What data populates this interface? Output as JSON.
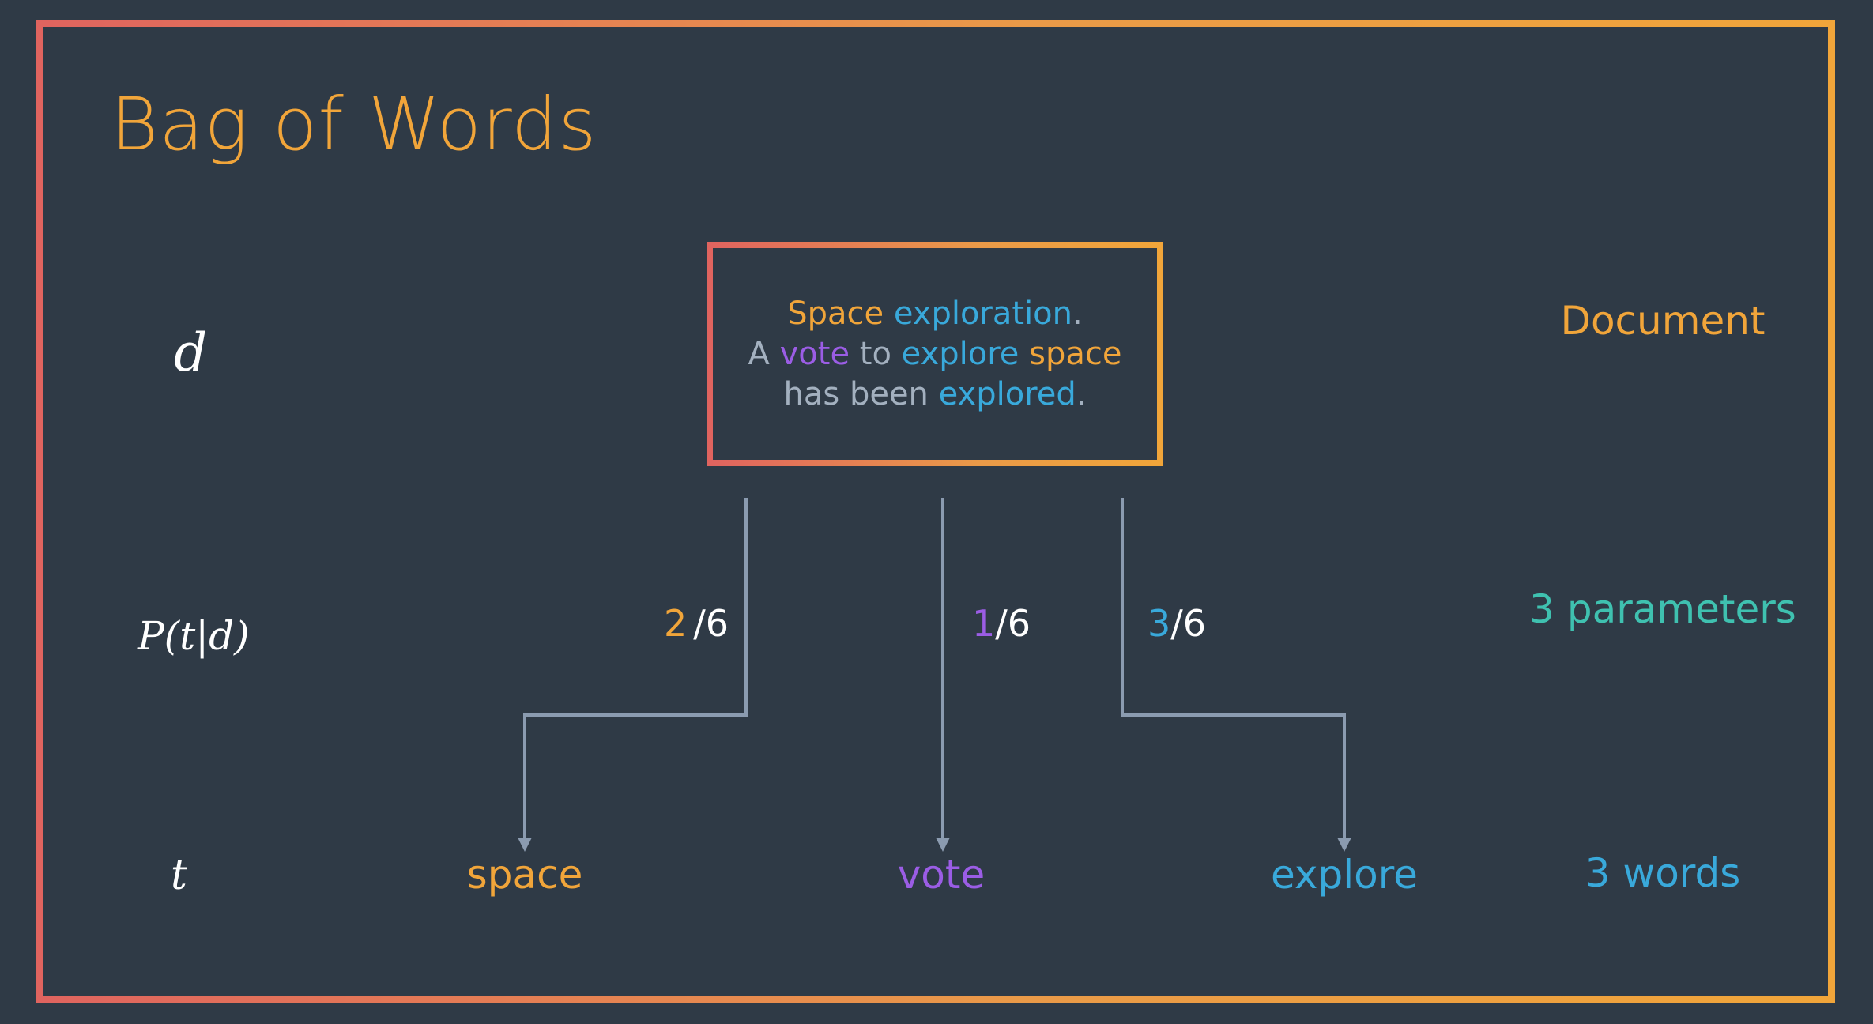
{
  "title": "Bag of Words",
  "colors": {
    "background": "#2f3a46",
    "orange": "#f1a53a",
    "blue": "#39a9db",
    "purple": "#9b5de5",
    "teal": "#3fc1b0",
    "gray": "#a3b0bf",
    "white": "#ffffff",
    "connector": "#8b9bb0"
  },
  "row_labels": {
    "document": "d",
    "probability": "P(t|d)",
    "term": "t"
  },
  "document_text": {
    "line1": [
      {
        "text": "Space",
        "color": "#f1a53a"
      },
      {
        "text": " ",
        "color": "#a3b0bf"
      },
      {
        "text": "exploration",
        "color": "#39a9db"
      },
      {
        "text": ".",
        "color": "#a3b0bf"
      }
    ],
    "line2": [
      {
        "text": "A ",
        "color": "#a3b0bf"
      },
      {
        "text": "vote",
        "color": "#9b5de5"
      },
      {
        "text": " to ",
        "color": "#a3b0bf"
      },
      {
        "text": "explore",
        "color": "#39a9db"
      },
      {
        "text": " ",
        "color": "#a3b0bf"
      },
      {
        "text": "space",
        "color": "#f1a53a"
      }
    ],
    "line3": [
      {
        "text": "has been ",
        "color": "#a3b0bf"
      },
      {
        "text": "explored",
        "color": "#39a9db"
      },
      {
        "text": ".",
        "color": "#a3b0bf"
      }
    ]
  },
  "side_labels": {
    "document": "Document",
    "parameters": "3 parameters",
    "words": "3 words"
  },
  "branches": [
    {
      "word": "space",
      "numerator": "2",
      "denominator": "/6",
      "color": "#f1a53a"
    },
    {
      "word": "vote",
      "numerator": "1",
      "denominator": "/6",
      "color": "#9b5de5"
    },
    {
      "word": "explore",
      "numerator": "3",
      "denominator": "/6",
      "color": "#39a9db"
    }
  ]
}
